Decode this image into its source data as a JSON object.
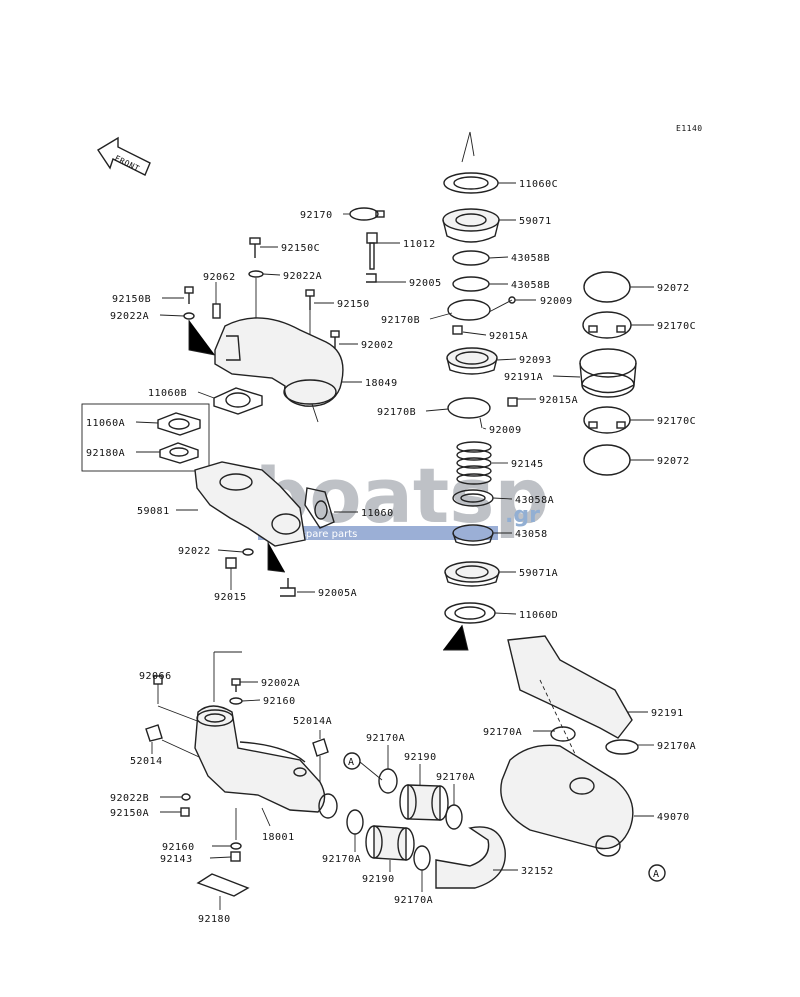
{
  "drawing_code": "E1140",
  "front_arrow_label": "FRONT",
  "section_mark": "A",
  "watermark": {
    "brand": "boatsp",
    "domain": ".gr",
    "tagline": "boat spare parts"
  },
  "parts": [
    "11060C",
    "59071",
    "43058B",
    "43058B",
    "92009",
    "92170B",
    "92015A",
    "92093",
    "92191A",
    "92170B",
    "92015A",
    "92009",
    "92145",
    "43058A",
    "43058",
    "59071A",
    "11060D",
    "92072",
    "92170C",
    "92170C",
    "92072",
    "92170",
    "11012",
    "92150C",
    "92022A",
    "92005",
    "92062",
    "92150B",
    "92022A",
    "92150",
    "92002",
    "18049",
    "11060B",
    "11060A",
    "92180A",
    "59081",
    "11060",
    "92022",
    "92015",
    "92005A",
    "92066",
    "92002A",
    "92160",
    "52014A",
    "52014",
    "92022B",
    "92150A",
    "92160",
    "92143",
    "92180",
    "18001",
    "92170A",
    "92190",
    "92170A",
    "92170A",
    "92190",
    "92170A",
    "32152",
    "92170A",
    "92191",
    "92170A",
    "49070"
  ]
}
